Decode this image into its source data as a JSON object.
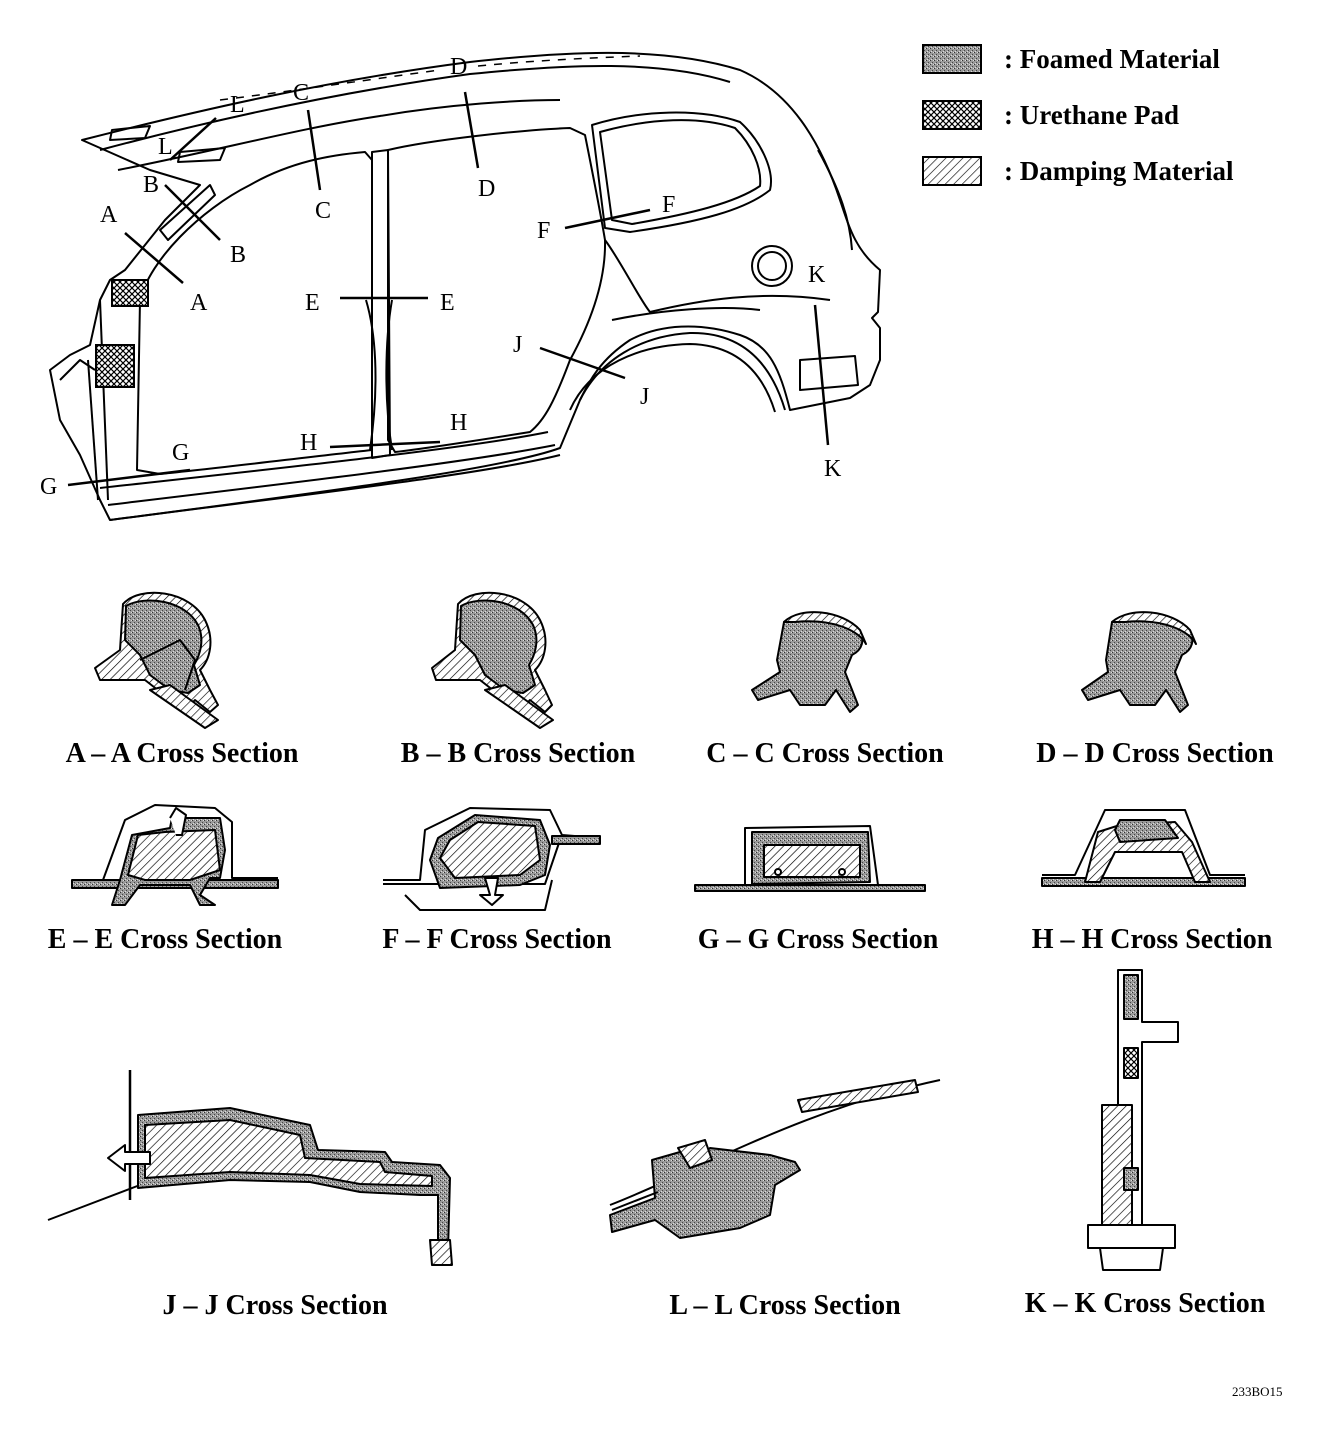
{
  "legend": [
    {
      "label": ": Foamed Material",
      "pattern": "foam"
    },
    {
      "label": ": Urethane Pad",
      "pattern": "urethane"
    },
    {
      "label": ": Damping Material",
      "pattern": "damping"
    }
  ],
  "section_markers": [
    "L",
    "C",
    "D",
    "B",
    "A",
    "E",
    "F",
    "J",
    "K",
    "G",
    "H"
  ],
  "captions": {
    "aa": "A – A Cross Section",
    "bb": "B – B Cross Section",
    "cc": "C – C Cross Section",
    "dd": "D – D Cross Section",
    "ee": "E – E Cross Section",
    "ff": "F – F Cross Section",
    "gg": "G – G Cross Section",
    "hh": "H – H Cross Section",
    "jj": "J – J Cross Section",
    "ll": "L – L Cross Section",
    "kk": "K – K Cross Section"
  },
  "figure_code": "233BO15"
}
